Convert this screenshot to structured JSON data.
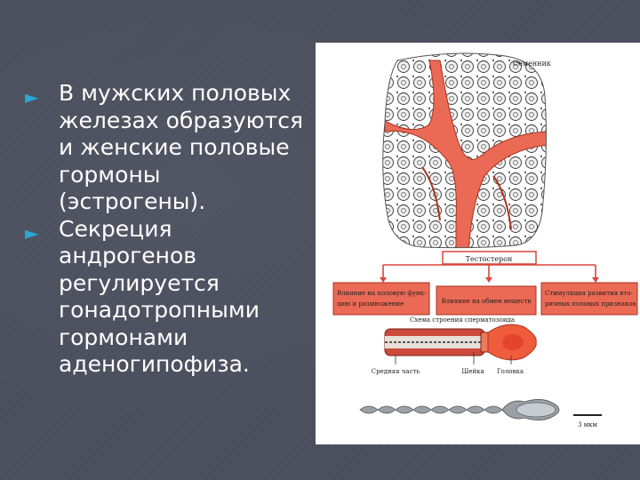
{
  "slide": {
    "bullets": [
      {
        "icon": "triangle-bullet-icon",
        "text": "В мужских половых железах образуются и женские половые гормоны (эстрогены)."
      },
      {
        "icon": "triangle-bullet-icon",
        "text": "Секреция андрогенов регулируется гонадотропными гормонами аденогипофиза."
      }
    ]
  },
  "figure": {
    "section_label": "Семенник",
    "top_box": "Тестостерон",
    "boxes": [
      "Влияние на половую функцию и размножение",
      "Влияние на обмен веществ",
      "Стимуляция развития вторичных половых признаков"
    ],
    "sperm_title": "Схема строения сперматозоида",
    "part_labels": [
      "Средняя часть",
      "Шейка",
      "Головка"
    ],
    "scale_label": "3 мкм",
    "accent_color": "#d9453d",
    "tissue_color": "#eb6a55"
  }
}
